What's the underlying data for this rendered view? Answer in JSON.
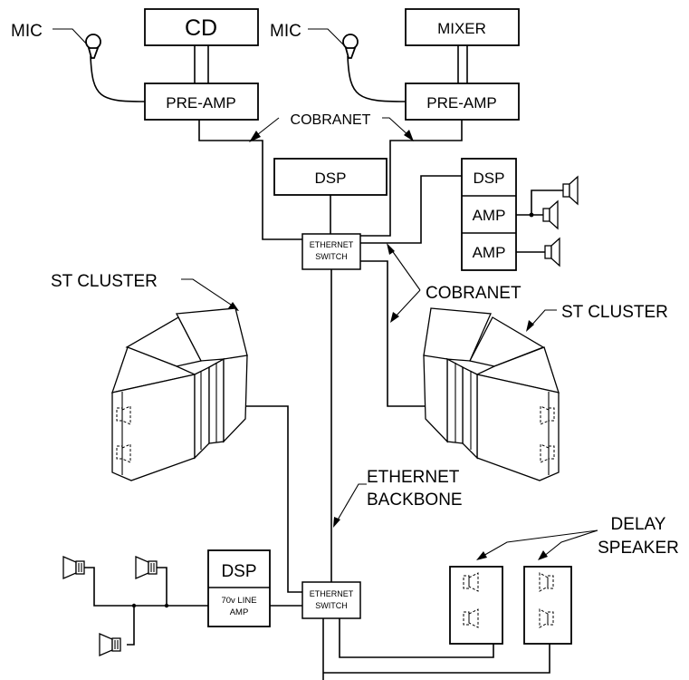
{
  "labels": {
    "mic_1": "MIC",
    "mic_2": "MIC",
    "cd": "CD",
    "mixer": "MIXER",
    "preamp_1": "PRE-AMP",
    "preamp_2": "PRE-AMP",
    "cobranet_top": "COBRANET",
    "dsp_center": "DSP",
    "dsp_rack": "DSP",
    "amp_1": "AMP",
    "amp_2": "AMP",
    "switch_top_line1": "ETHERNET",
    "switch_top_line2": "SWITCH",
    "cobranet_mid": "COBRANET",
    "st_cluster_left": "ST CLUSTER",
    "st_cluster_right": "ST CLUSTER",
    "backbone_line1": "ETHERNET",
    "backbone_line2": "BACKBONE",
    "dsp_lower": "DSP",
    "line_amp_line1": "70v LINE",
    "line_amp_line2": "AMP",
    "switch_bottom_line1": "ETHERNET",
    "switch_bottom_line2": "SWITCH",
    "delay_line1": "DELAY",
    "delay_line2": "SPEAKER"
  }
}
